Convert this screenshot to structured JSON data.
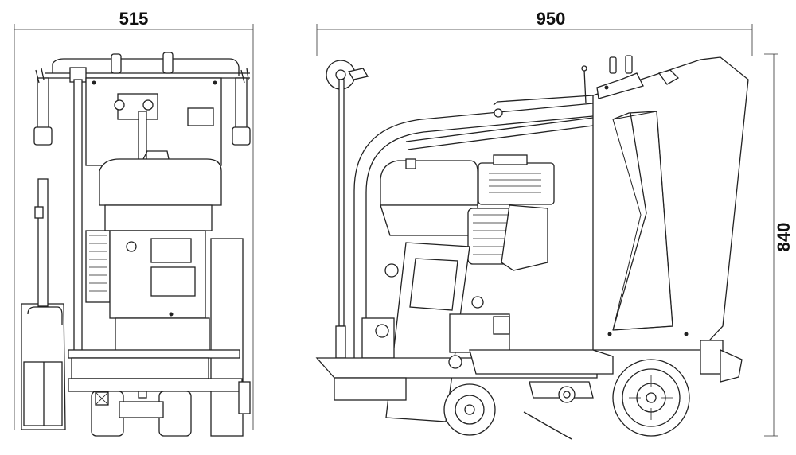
{
  "dimensions": {
    "front_width": "515",
    "side_length": "950",
    "height": "840"
  }
}
